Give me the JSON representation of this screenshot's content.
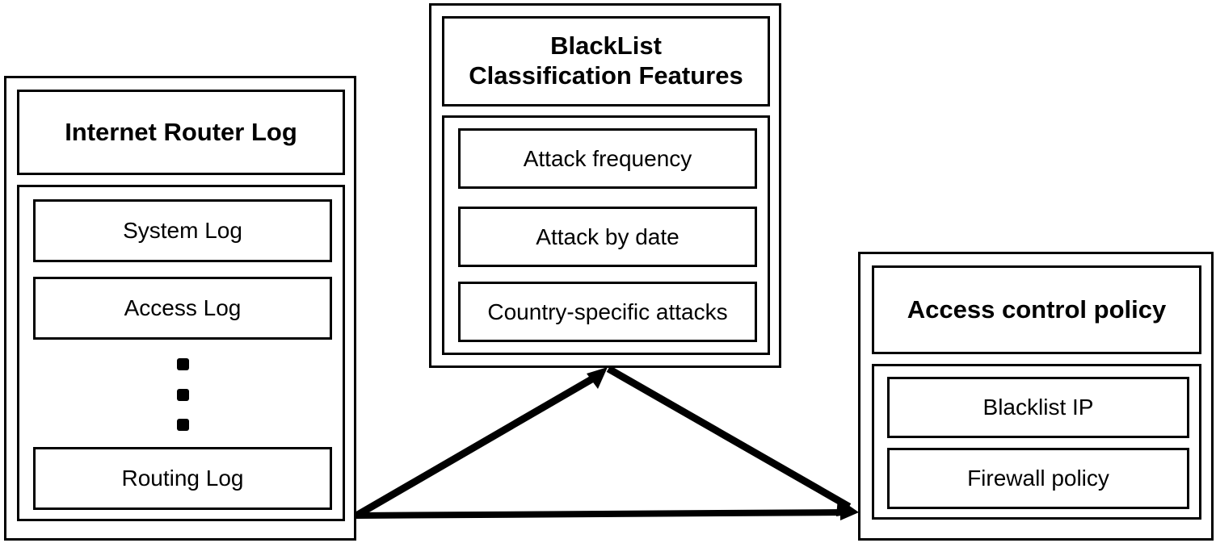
{
  "diagram": {
    "title": "BlackList classification and access control flow",
    "background_color": "#ffffff",
    "line_color": "#000000",
    "panels": {
      "router": {
        "title": "Internet Router Log",
        "items": [
          {
            "label": "System Log"
          },
          {
            "label": "Access Log"
          },
          {
            "label": "Routing Log"
          }
        ],
        "ellipsis": {
          "name": "vertical-ellipsis",
          "dot_count": 3,
          "meaning": "additional log types omitted"
        }
      },
      "blacklist": {
        "title_line_1": "BlackList",
        "title_line_2": "Classification Features",
        "items": [
          {
            "label": "Attack frequency"
          },
          {
            "label": "Attack by date"
          },
          {
            "label": "Country-specific attacks"
          }
        ]
      },
      "access": {
        "title": "Access control policy",
        "items": [
          {
            "label": "Blacklist IP"
          },
          {
            "label": "Firewall policy"
          }
        ]
      }
    },
    "connectors": [
      {
        "name": "router-to-blacklist-arrow",
        "from": "Internet Router Log",
        "to": "BlackList Classification Features",
        "icon": "arrow-up-right-icon"
      },
      {
        "name": "blacklist-to-access-arrow",
        "from": "BlackList Classification Features",
        "to": "Access control policy",
        "icon": "arrow-down-right-icon"
      },
      {
        "name": "router-to-access-arrow",
        "from": "Internet Router Log",
        "to": "Access control policy",
        "icon": "arrow-right-icon"
      }
    ]
  }
}
